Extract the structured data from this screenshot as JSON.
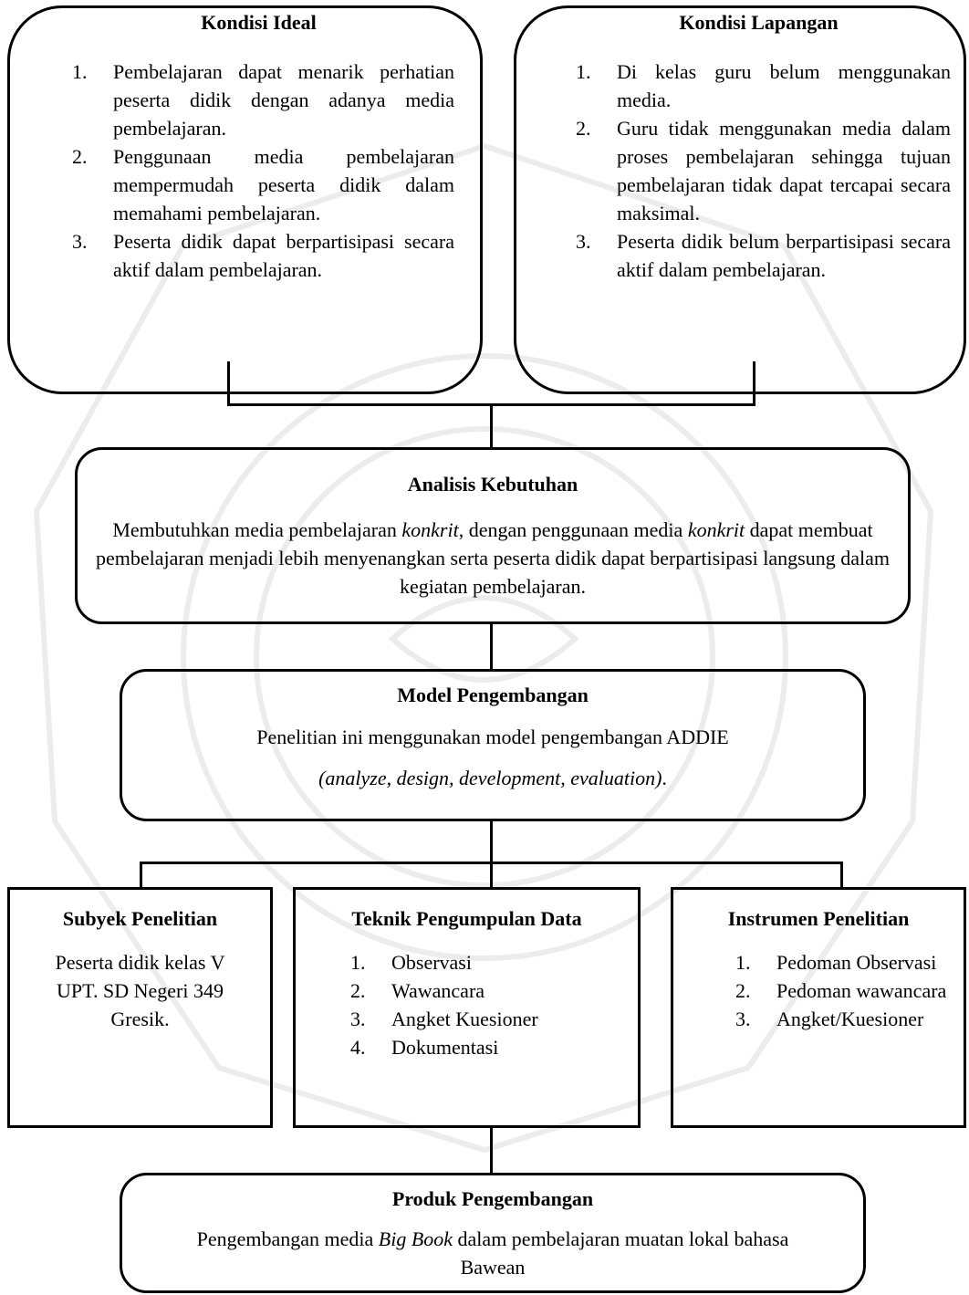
{
  "kondisi_ideal": {
    "title": "Kondisi Ideal",
    "items": [
      {
        "num": "1.",
        "text": "Pembelajaran dapat menarik perhatian peserta didik dengan adanya media pembelajaran."
      },
      {
        "num": "2.",
        "text": "Penggunaan media pembelajaran mempermudah peserta didik dalam memahami pembelajaran."
      },
      {
        "num": "3.",
        "text": "Peserta didik dapat berpartisipasi secara aktif dalam pembelajaran."
      }
    ]
  },
  "kondisi_lapangan": {
    "title": "Kondisi Lapangan",
    "items": [
      {
        "num": "1.",
        "text": "Di kelas guru belum menggunakan media."
      },
      {
        "num": "2.",
        "text": "Guru tidak menggunakan media dalam proses pembelajaran sehingga tujuan pembelajaran tidak dapat tercapai secara maksimal."
      },
      {
        "num": "3.",
        "text": "Peserta didik belum berpartisipasi secara aktif dalam pembelajaran."
      }
    ]
  },
  "analisis": {
    "title": "Analisis Kebutuhan",
    "part1": "Membutuhkan media pembelajaran ",
    "italic1": "konkrit",
    "part2": ", dengan penggunaan media ",
    "italic2": "konkrit",
    "part3": " dapat membuat pembelajaran menjadi lebih menyenangkan serta peserta didik dapat berpartisipasi langsung dalam kegiatan pembelajaran."
  },
  "model": {
    "title": "Model Pengembangan",
    "line1": "Penelitian ini menggunakan model pengembangan ADDIE",
    "line2_italic": "(analyze, design, development, evaluation)",
    "line2_end": "."
  },
  "subyek": {
    "title": "Subyek Penelitian",
    "text": "Peserta didik kelas V UPT. SD Negeri 349 Gresik."
  },
  "teknik": {
    "title": "Teknik Pengumpulan Data",
    "items": [
      {
        "num": "1.",
        "text": "Observasi"
      },
      {
        "num": "2.",
        "text": "Wawancara"
      },
      {
        "num": "3.",
        "text": "Angket Kuesioner"
      },
      {
        "num": "4.",
        "text": "Dokumentasi"
      }
    ]
  },
  "instrumen": {
    "title": "Instrumen Penelitian",
    "items": [
      {
        "num": "1.",
        "text": "Pedoman Observasi"
      },
      {
        "num": "2.",
        "text": "Pedoman wawancara"
      },
      {
        "num": "3.",
        "text": "Angket/Kuesioner"
      }
    ]
  },
  "produk": {
    "title": "Produk Pengembangan",
    "part1": "Pengembangan media ",
    "italic": "Big Book",
    "part2": " dalam pembelajaran muatan lokal bahasa Bawean"
  }
}
